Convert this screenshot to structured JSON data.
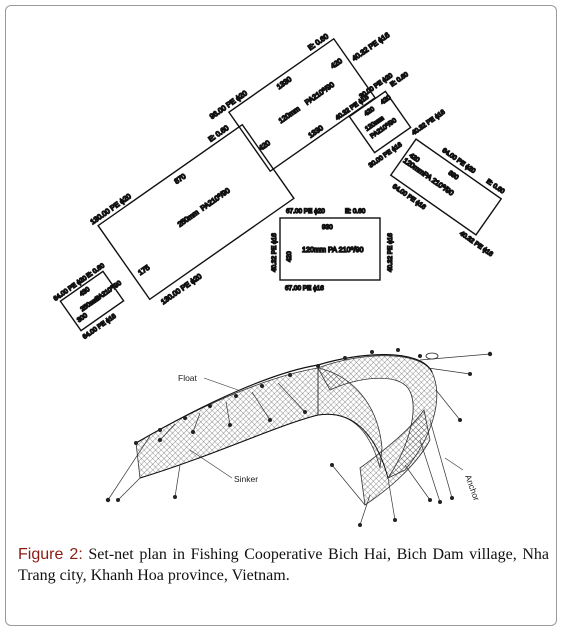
{
  "figure": {
    "caption_head": "Figure 2:",
    "caption_text": " Set-net plan in Fishing Cooperative Bich Hai, Bich Dam village, Nha Trang city, Khanh Hoa province, Vietnam."
  },
  "plan": {
    "p1": {
      "top": "64.00 PE ϕ20",
      "e": "E: 0.60",
      "bottom": "64.00 PE ϕ16",
      "left": "300",
      "top_len": "430",
      "mesh": "250mm",
      "spec": "PA210⁰/90"
    },
    "p2": {
      "top": "130.00 PE ϕ20",
      "e": "E: 0.60",
      "bottom": "130.00 PE ϕ20",
      "left": "175",
      "top_len": "870",
      "mesh": "250mm",
      "spec": "PA210⁰/90"
    },
    "p3": {
      "top": "96.00 PE ϕ20",
      "e": "E: 0.60",
      "right": "40.32 PE ϕ16",
      "left": "420",
      "top_len": "1330",
      "right_len": "420",
      "bottom_len": "1330",
      "mesh": "120mm",
      "spec": "PA210⁰/90"
    },
    "p4": {
      "top": "30.00 PE ϕ20",
      "e": "E: 0.60",
      "left": "40.32 PE ϕ16",
      "bottom": "30.00 PE ϕ16",
      "right": "40.32 PE ϕ16",
      "left_len": "420",
      "right_len": "420",
      "mesh": "120mm",
      "spec": "PA210⁰/90"
    },
    "p5": {
      "top": "64.00 PE ϕ20",
      "e": "E: 0.60",
      "bottom": "64.00 PE ϕ16",
      "right": "40.32 PE ϕ16",
      "left_len": "420",
      "top_len": "890",
      "mesh": "120mm",
      "spec": "PA 210⁰/90"
    },
    "p6": {
      "top": "67.00 PE ϕ20",
      "e": "E: 0.60",
      "bottom": "67.00 PE ϕ16",
      "left": "40.32 PE ϕ16",
      "right": "40.32 PE ϕ16",
      "width": "930",
      "height": "420",
      "spec": "120mm PA 210⁰/90"
    }
  },
  "perspective": {
    "float_label": "Float",
    "sinker_label": "Sinker",
    "anchor_label": "Anchor"
  }
}
